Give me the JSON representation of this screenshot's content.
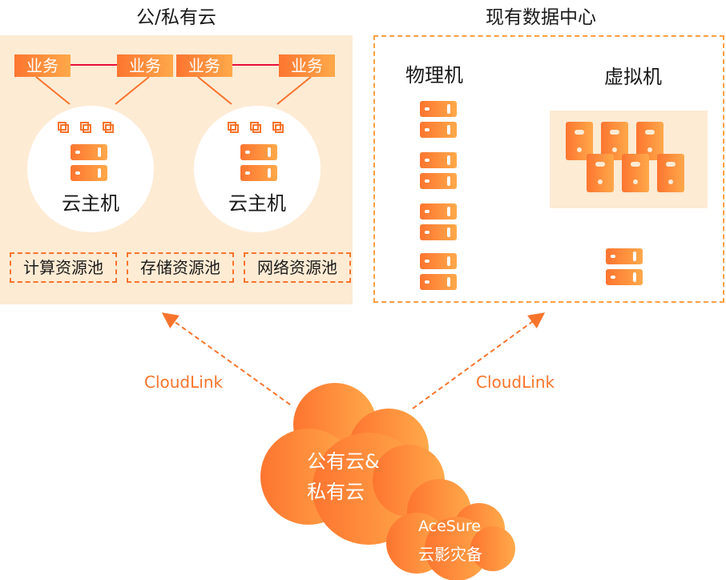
{
  "left_section": {
    "title": "公/私有云",
    "business_label": "业务",
    "host_label": "云主机",
    "pools": [
      "计算资源池",
      "存储资源池",
      "网络资源池"
    ]
  },
  "right_section": {
    "title": "现有数据中心",
    "physical_label": "物理机",
    "virtual_label": "虚拟机"
  },
  "links": {
    "left_label": "CloudLink",
    "right_label": "CloudLink"
  },
  "main_cloud": {
    "line1": "公有云&",
    "line2": "私有云"
  },
  "sub_cloud": {
    "line1": "AceSure",
    "line2": "云影灾备"
  },
  "colors": {
    "accent_start": "#fd7530",
    "accent_end": "#ffa94a",
    "panel_bg": "#feebd4",
    "connector_red": "#e8103a",
    "link_orange": "#f8742c"
  }
}
